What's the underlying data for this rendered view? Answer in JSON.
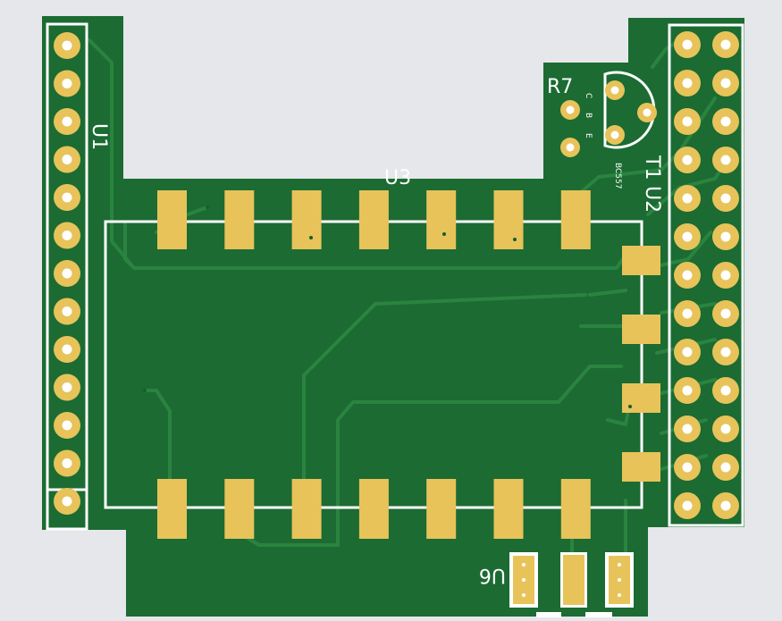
{
  "view": {
    "background_color": "#e6e7ea"
  },
  "board": {
    "colors": {
      "substrate": "#1b6b32",
      "trace": "#2a8440",
      "pad": "#e7c35a",
      "silkscreen": "#ffffff",
      "hole": "#ffffff",
      "via": "#146028"
    }
  },
  "labels": {
    "u1": "U1",
    "u2": "U2",
    "u3": "U3",
    "u6": "U6",
    "r7": "R7",
    "t1": "T1",
    "t1_part": "BC557",
    "pin_c": "C",
    "pin_b": "B",
    "pin_e": "E"
  }
}
